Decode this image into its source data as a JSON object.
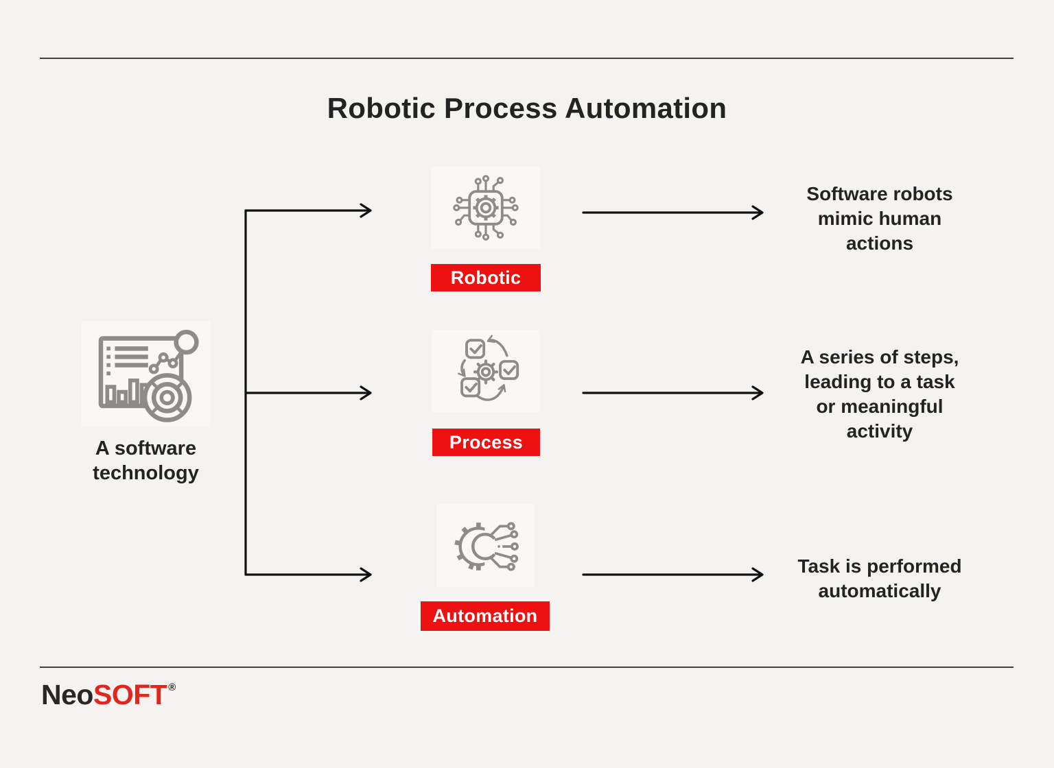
{
  "title": "Robotic Process Automation",
  "source": {
    "label": "A software technology",
    "lines": [
      "A software",
      "technology"
    ],
    "icon": "analytics-dashboard-icon"
  },
  "branches": [
    {
      "label": "Robotic",
      "icon": "chip-circuit-icon",
      "description": "Software robots mimic human actions",
      "lines": [
        "Software robots",
        "mimic human",
        "actions"
      ]
    },
    {
      "label": "Process",
      "icon": "process-cycle-icon",
      "description": "A series of steps, leading to a task or meaningful activity",
      "lines": [
        "A series of steps,",
        "leading to a task",
        "or meaningful",
        "activity"
      ]
    },
    {
      "label": "Automation",
      "icon": "automation-circuit-gear-icon",
      "description": "Task is performed automatically",
      "lines": [
        "Task is performed",
        "automatically"
      ]
    }
  ],
  "footer": {
    "brand_black": "Neo",
    "brand_red": "SOFT",
    "registered_mark": "®"
  },
  "colors": {
    "background": "#f4f3f0",
    "tile_background": "#f9f8f6",
    "badge_red": "#ee1111",
    "logo_red": "#e2251f",
    "icon_gray": "#8d8c8a",
    "text_dark": "#232323",
    "arrow_black": "#111111"
  }
}
